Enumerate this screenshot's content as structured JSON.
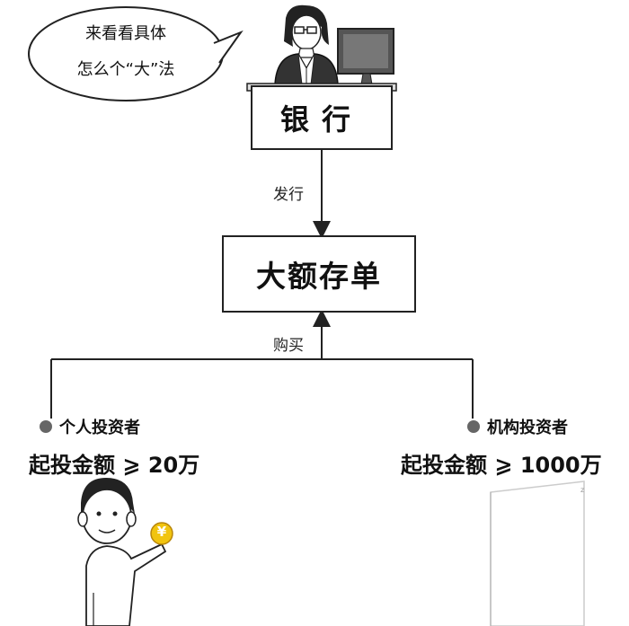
{
  "speech_bubble": {
    "line1": "来看看具体",
    "line2": "怎么个“大”法"
  },
  "nodes": {
    "bank": "银行",
    "cd": "大额存单"
  },
  "edges": {
    "issue": "发行",
    "purchase": "购买"
  },
  "investors": {
    "individual": {
      "label": "个人投资者",
      "requirement": "起投金额 ⩾ 20万"
    },
    "institutional": {
      "label": "机构投资者",
      "requirement": "起投金额 ⩾ 1000万"
    }
  },
  "illustrations": {
    "teller": "bank-teller-figure",
    "monitor": "computer-monitor-icon",
    "person": "man-holding-coin-figure",
    "coin": "yuan-coin-icon",
    "building": "office-building-figure"
  },
  "coin_symbol": "¥"
}
